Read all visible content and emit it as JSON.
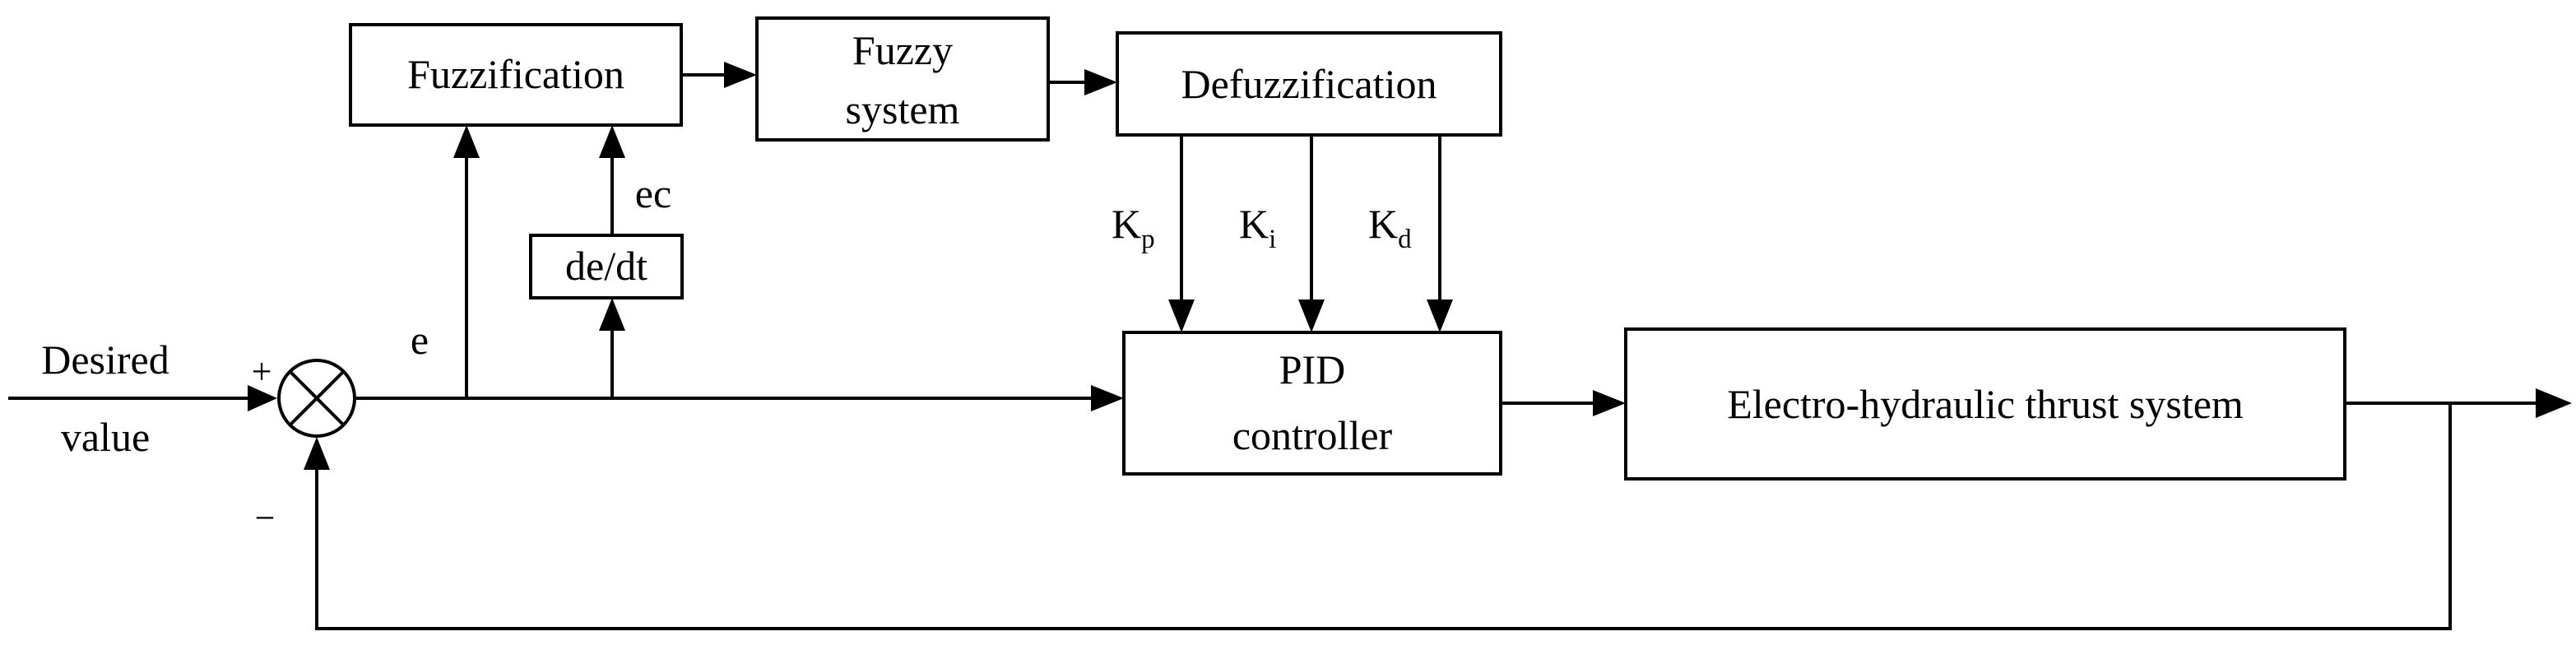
{
  "blocks": {
    "fuzzification": "Fuzzification",
    "fuzzy_system_line1": "Fuzzy",
    "fuzzy_system_line2": "system",
    "defuzzification": "Defuzzification",
    "derivative": "de/dt",
    "pid_line1": "PID",
    "pid_line2": "controller",
    "plant": "Electro-hydraulic thrust system"
  },
  "signals": {
    "input_line1": "Desired",
    "input_line2": "value",
    "error": "e",
    "error_change": "ec",
    "plus_sign": "+",
    "minus_sign": "−"
  },
  "gains": [
    {
      "base": "K",
      "subscript": "p"
    },
    {
      "base": "K",
      "subscript": "i"
    },
    {
      "base": "K",
      "subscript": "d"
    }
  ]
}
